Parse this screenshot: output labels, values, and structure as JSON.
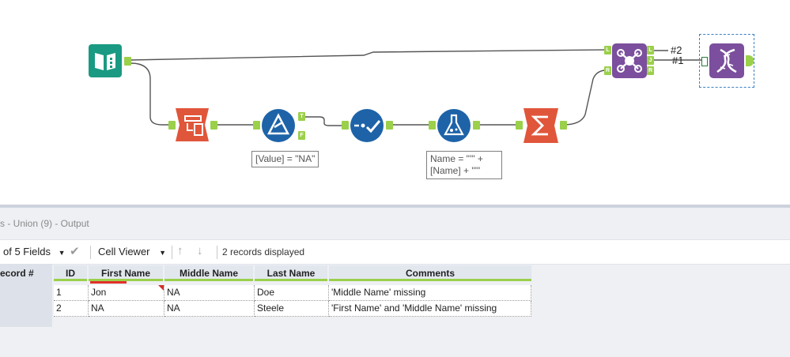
{
  "canvas": {
    "filter_annotation": "[Value] = \"NA\"",
    "formula_annotation": "Name = \"'\" +\n[Name] + \"'\"",
    "wire_label_top": "#2",
    "wire_label_bottom": "#1",
    "anchors": {
      "true": "T",
      "false": "F",
      "left": "L",
      "join": "J",
      "right": "R"
    },
    "colors": {
      "input": "#1a9a82",
      "transform": "#e0563a",
      "parse": "#1e63a8",
      "join": "#7b4f9d",
      "connector": "#9bd04b"
    }
  },
  "results": {
    "title": "s - Union (9) - Output",
    "fields_label": "of 5 Fields",
    "cell_viewer_label": "Cell Viewer",
    "records_label": "2 records displayed",
    "record_header": "ecord #",
    "columns": [
      "ID",
      "First Name",
      "Middle Name",
      "Last Name",
      "Comments"
    ],
    "rows": [
      [
        "1",
        "Jon",
        "NA",
        "Doe",
        "'Middle Name' missing"
      ],
      [
        "2",
        "NA",
        "NA",
        "Steele",
        "'First Name' and 'Middle Name' missing"
      ]
    ]
  }
}
